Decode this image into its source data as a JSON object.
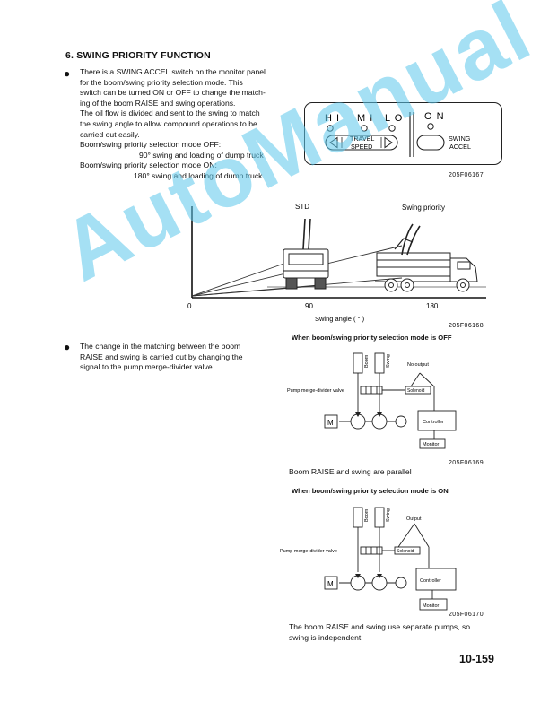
{
  "section": {
    "title": "6.  SWING PRIORITY FUNCTION",
    "bullet": "●"
  },
  "paragraph1": {
    "lines": [
      "There is a SWING ACCEL switch on the monitor panel",
      "for the boom/swing priority selection mode. This",
      "switch can be turned ON or OFF to change the match-",
      "ing of the boom RAISE and swing operations.",
      "The oil flow is divided and sent to the swing to match",
      "the swing angle to allow compound operations to be",
      "carried out easily.",
      "Boom/swing priority selection mode OFF:",
      "90° swing and loading of dump truck",
      "Boom/swing priority selection mode ON:",
      "180° swing and loading of dump truck"
    ]
  },
  "panel": {
    "hi": "H I",
    "mi": "M I",
    "lo": "L O",
    "on": "O N",
    "travel": "TRAVEL",
    "speed": "SPEED",
    "swing": "SWING",
    "accel": "ACCEL",
    "fig": "205F06167"
  },
  "truck_fig": {
    "std": "STD",
    "swing_priority": "Swing priority",
    "tick_0": "0",
    "tick_90": "90",
    "tick_180": "180",
    "xlabel": "Swing angle  ( ° )",
    "fig": "205F06168"
  },
  "paragraph2": {
    "lines": [
      "The change in the matching between the boom",
      "RAISE and swing is carried out by changing the",
      "signal to the pump merge-divider valve."
    ]
  },
  "diagram_off": {
    "heading": "When boom/swing priority selection mode is OFF",
    "boom": "Boom",
    "swing": "Swing",
    "output": "No output",
    "valve": "Pump merge-divider valve",
    "solenoid": "Solenoid",
    "controller": "Controller",
    "monitor": "Monitor",
    "motor": "M",
    "fig": "205F06169",
    "caption": "Boom RAISE and swing are parallel"
  },
  "diagram_on": {
    "heading": "When boom/swing priority selection mode is ON",
    "boom": "Boom",
    "swing": "Swing",
    "output": "Output",
    "valve": "Pump merge-divider valve",
    "solenoid": "Solenoid",
    "controller": "Controller",
    "monitor": "Monitor",
    "motor": "M",
    "fig": "205F06170",
    "caption_lines": [
      "The boom RAISE and swing use separate pumps, so",
      "swing is independent"
    ]
  },
  "page_number": "10-159",
  "watermark": "AutoManual"
}
